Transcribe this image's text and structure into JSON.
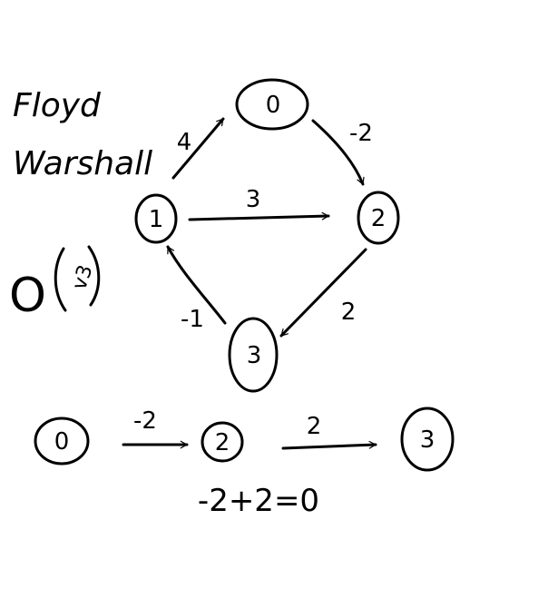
{
  "title": {
    "line1": "Floyd",
    "line2": "Warshall"
  },
  "complexity": {
    "base": "O",
    "exponent": "v3"
  },
  "graph": {
    "nodes": [
      {
        "id": "n0",
        "label": "0"
      },
      {
        "id": "n1",
        "label": "1"
      },
      {
        "id": "n2",
        "label": "2"
      },
      {
        "id": "n3",
        "label": "3"
      }
    ],
    "edges": [
      {
        "from": "1",
        "to": "0",
        "weight": "4"
      },
      {
        "from": "0",
        "to": "2",
        "weight": "-2"
      },
      {
        "from": "1",
        "to": "2",
        "weight": "3"
      },
      {
        "from": "2",
        "to": "3",
        "weight": "2"
      },
      {
        "from": "3",
        "to": "1",
        "weight": "-1"
      }
    ]
  },
  "path": {
    "nodes": [
      "0",
      "2",
      "3"
    ],
    "weights": [
      "-2",
      "2"
    ],
    "equation": "-2+2=0"
  },
  "colors": {
    "ink": "#000000",
    "background": "#ffffff"
  }
}
